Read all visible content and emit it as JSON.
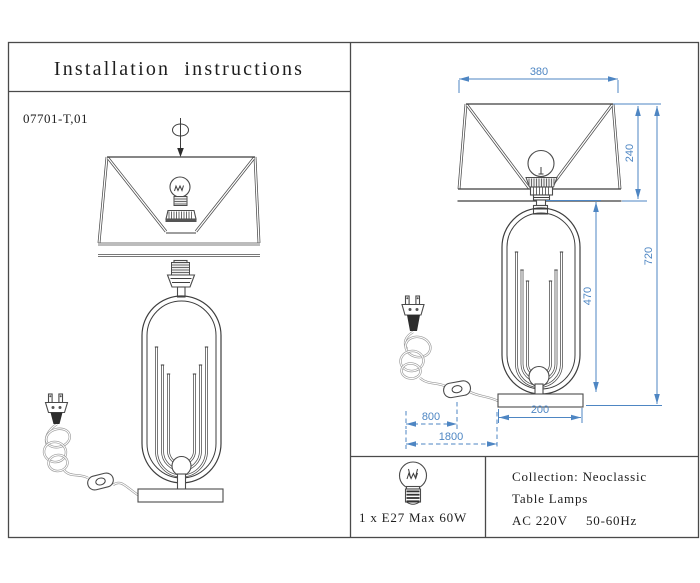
{
  "title": "Installation instructions",
  "model": "07701-T,01",
  "dimensions": {
    "shade_width": "380",
    "shade_height": "240",
    "total_height": "720",
    "body_height": "470",
    "base_width": "200",
    "plug_to_switch": "800",
    "cord_length": "1800"
  },
  "specs": {
    "bulb": "1 x E27 Max 60W",
    "collection": "Collection: Neoclassic",
    "category": "Table Lamps",
    "voltage": "AC 220V",
    "frequency": "50-60Hz"
  },
  "colors": {
    "line": "#3e3e3e",
    "dimension": "#4e86c3"
  },
  "icons": {
    "screw_rotation": "turn-and-lower-arrow",
    "plug": "eu-two-pin-plug",
    "switch": "inline-cord-switch",
    "bulb": "incandescent-bulb"
  }
}
